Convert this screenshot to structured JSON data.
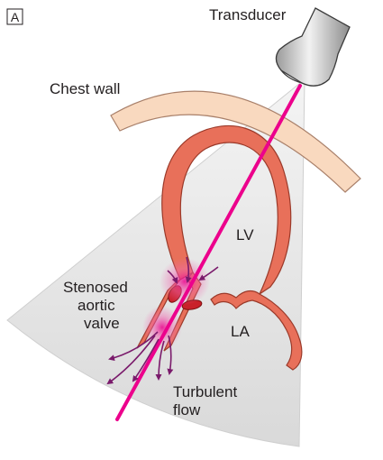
{
  "panel_label": "A",
  "labels": {
    "transducer": "Transducer",
    "chest_wall": "Chest wall",
    "lv": "LV",
    "la": "LA",
    "stenosed_line1": "Stenosed",
    "stenosed_line2": "aortic",
    "stenosed_line3": "valve",
    "turbulent_line1": "Turbulent",
    "turbulent_line2": "flow"
  },
  "colors": {
    "beam": "#ec008c",
    "myocardium": "#e8705a",
    "chest_wall": "#f9d9bf",
    "sector": "#e9e9e9",
    "flow_arrows": "#7a1a6b",
    "turbulence_glow": "#f06ab0"
  }
}
